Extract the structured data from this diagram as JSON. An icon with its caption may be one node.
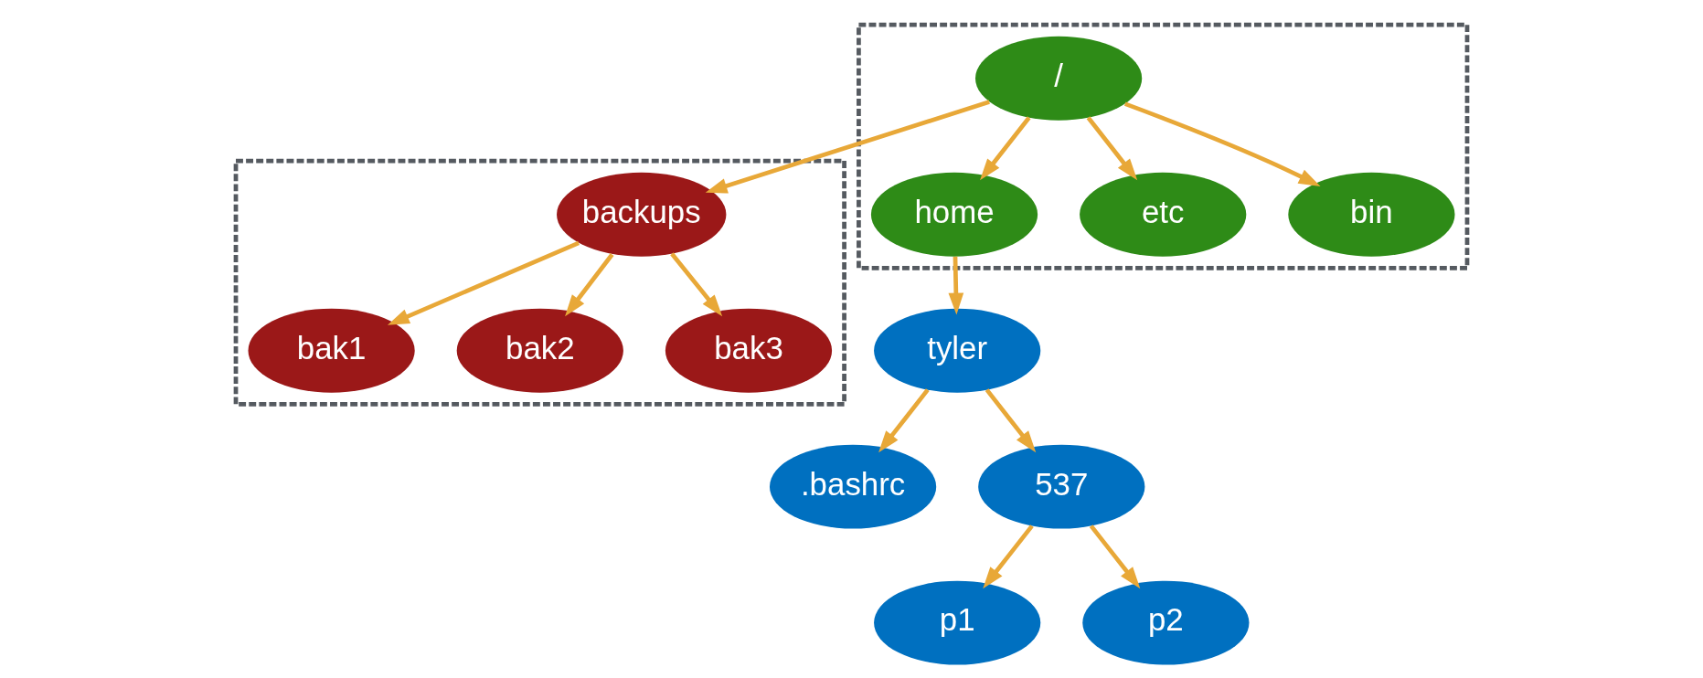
{
  "diagram": {
    "nodes": [
      {
        "text": [],
        "shape": "box"
      },
      {
        "text": [
          "/"
        ],
        "in": 0
      },
      {
        "text": [],
        "shape": "box"
      },
      {
        "text": [
          "backups"
        ],
        "in": 2
      },
      {
        "text": [
          "home"
        ],
        "in": 0
      },
      {
        "text": [
          "etc"
        ],
        "in": 0
      },
      {
        "text": [
          "bin"
        ],
        "in": 0
      },
      {
        "text": [
          "bak1"
        ],
        "in": 2
      },
      {
        "text": [
          "bak2"
        ],
        "in": 2
      },
      {
        "text": [
          "bak3"
        ],
        "in": 2
      },
      {
        "text": [
          "tyler"
        ]
      },
      {
        "text": [
          ".bashrc"
        ]
      },
      {
        "text": [
          "537"
        ]
      },
      {
        "text": [
          "p1"
        ]
      },
      {
        "text": [
          "p2"
        ]
      }
    ],
    "edges": [
      {
        "from": 1,
        "to": 3,
        "arrow": "to"
      },
      {
        "from": 1,
        "to": 4,
        "arrow": "to"
      },
      {
        "from": 1,
        "to": 5,
        "arrow": "to"
      },
      {
        "from": 1,
        "to": 6,
        "arrow": "to"
      },
      {
        "from": 3,
        "to": 7,
        "arrow": "to"
      },
      {
        "from": 3,
        "to": 8,
        "arrow": "to"
      },
      {
        "from": 3,
        "to": 9,
        "arrow": "to"
      },
      {
        "from": 4,
        "to": 10,
        "arrow": "to"
      },
      {
        "from": 10,
        "to": 11,
        "arrow": "to"
      },
      {
        "from": 10,
        "to": 12,
        "arrow": "to"
      },
      {
        "from": 12,
        "to": 13,
        "arrow": "to"
      },
      {
        "from": 12,
        "to": 14,
        "arrow": "to"
      }
    ]
  }
}
